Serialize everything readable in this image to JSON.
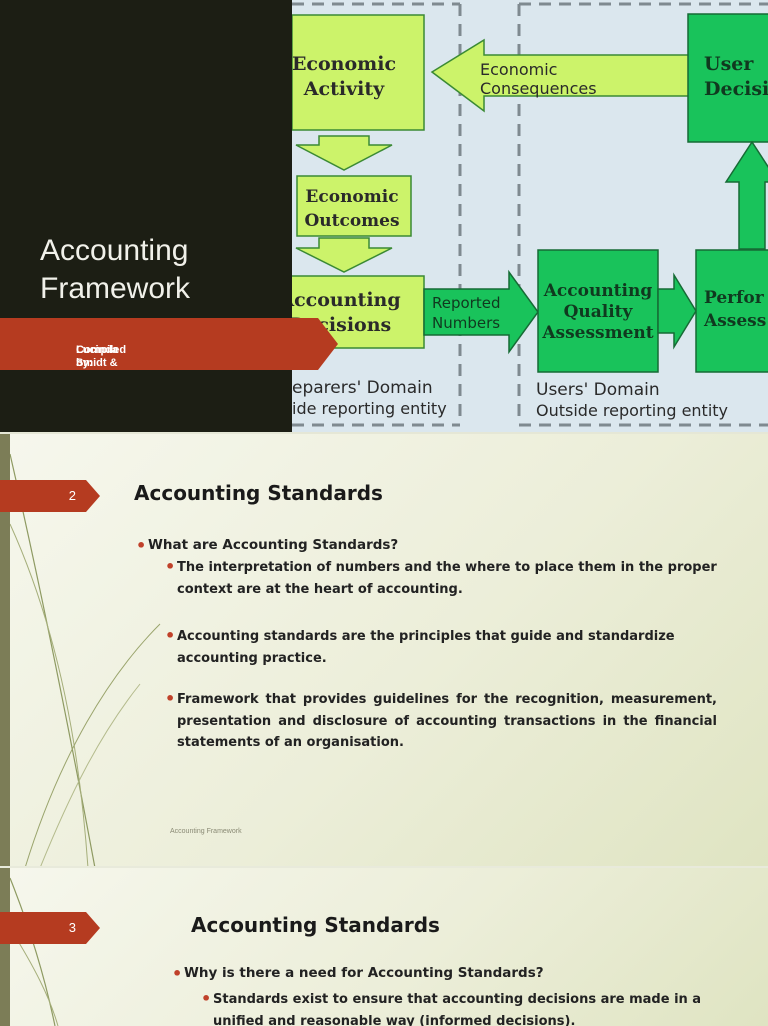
{
  "slide1": {
    "title_line1": "Accounting",
    "title_line2": "Framework",
    "ribbon_line1": "Compiled by: Rashied Small, Prof. Jansen,",
    "ribbon_line2": "Lucinda Smidt & Prof. Yaeesh Yasseen",
    "diagram": {
      "economic_activity_1": "Economic",
      "economic_activity_2": "Activity",
      "consequences_1": "Economic",
      "consequences_2": "Consequences",
      "users_decisions_1": "User",
      "users_decisions_2": "Decisi",
      "economic_outcomes_1": "Economic",
      "economic_outcomes_2": "Outcomes",
      "accounting_decisions_1": "Accounting",
      "accounting_decisions_2": "Decisions",
      "reported_1": "Reported",
      "reported_2": "Numbers",
      "quality_1": "Accounting",
      "quality_2": "Quality",
      "quality_3": "Assessment",
      "performance_1": "Perfor",
      "performance_2": "Assess",
      "preparers_domain": "eparers' Domain",
      "preparers_inside": "ide reporting entity",
      "users_domain": "Users' Domain",
      "users_outside": "Outside reporting entity"
    }
  },
  "slide2": {
    "number": "2",
    "title": "Accounting Standards",
    "q": "What are Accounting Standards?",
    "p1_l1": "The interpretation of numbers and the where to place them in the proper",
    "p1_l2": "context are at the heart of accounting.",
    "p2_l1": "Accounting standards are the principles that guide and standardize",
    "p2_l2": "accounting practice.",
    "p3_l1": "Framework that provides guidelines for the recognition, measurement,",
    "p3_l2": "presentation and disclosure of accounting transactions in the financial",
    "p3_l3": "statements of an organisation.",
    "footer": "Accounting Framework"
  },
  "slide3": {
    "number": "3",
    "title": "Accounting Standards",
    "q": "Why is there a need for Accounting Standards?",
    "p1_l1": "Standards exist to ensure that accounting decisions are made in a",
    "p1_l2": "unified and reasonable way (informed decisions)."
  },
  "colors": {
    "accent": "#b53b20",
    "box_light": "#ccf36a",
    "box_green": "#19c35b",
    "dark_bg": "#1c1e14"
  }
}
